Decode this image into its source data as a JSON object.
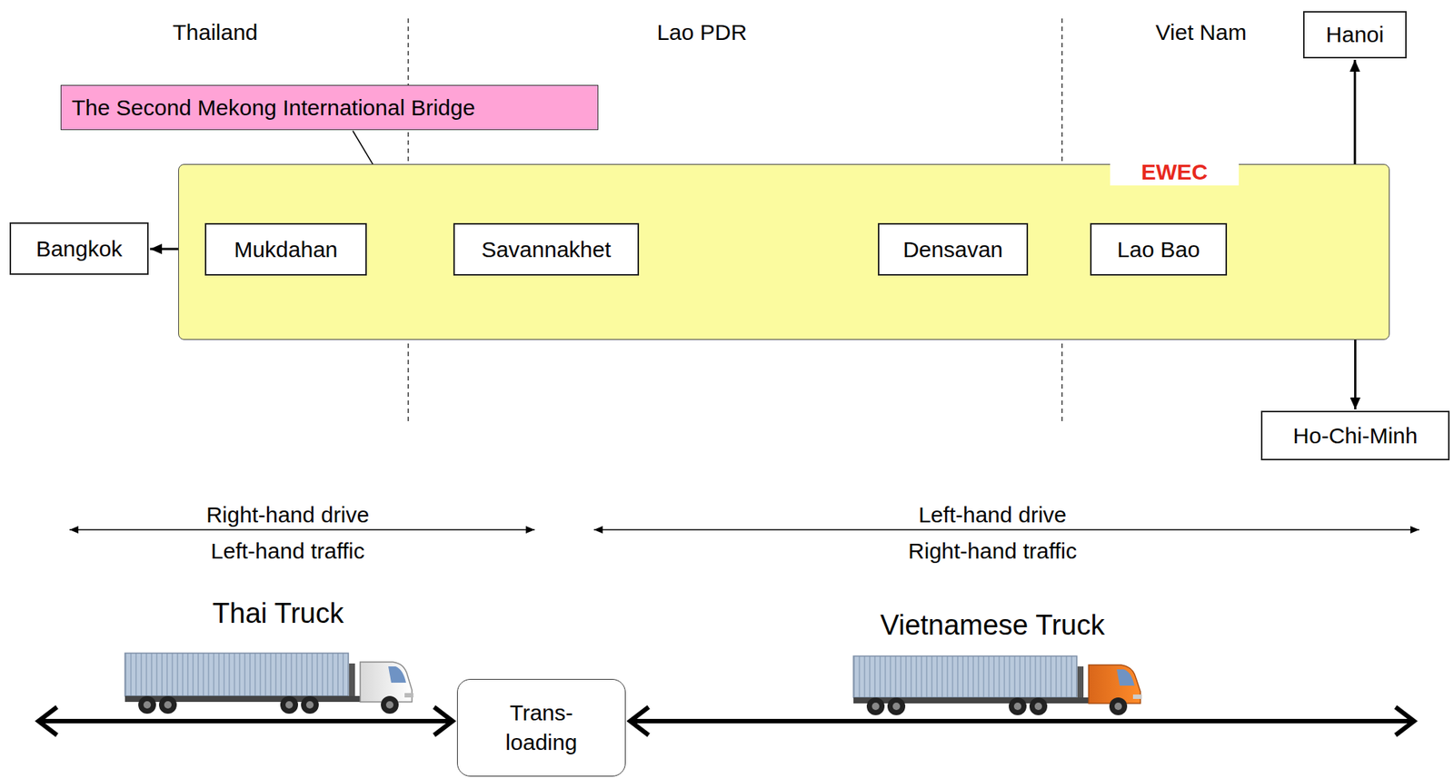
{
  "diagram": {
    "nodes": [
      {
        "text": [
          "Hanoi"
        ]
      },
      {
        "text": [
          "The Second Mekong International Bridge"
        ]
      },
      {
        "text": [
          "EWEC"
        ]
      },
      {
        "text": [
          "Bangkok"
        ]
      },
      {
        "text": [
          "Mukdahan"
        ],
        "in": 2
      },
      {
        "text": [
          "Savannakhet"
        ],
        "in": 2
      },
      {
        "text": [
          "Densavan"
        ],
        "in": 2
      },
      {
        "text": [
          "Lao Bao"
        ],
        "in": 2
      },
      {
        "text": [
          "Ho-Chi-Minh"
        ]
      },
      {
        "text": [
          "Trans- loading"
        ]
      }
    ],
    "edges": [
      {
        "from": 3,
        "to": 4,
        "arrow": "both"
      },
      {
        "from": 4,
        "to": 5,
        "arrow": "both"
      },
      {
        "from": 5,
        "to": 6,
        "arrow": "both"
      },
      {
        "from": 6,
        "to": 7,
        "arrow": "both"
      },
      {
        "from": 0,
        "to": 7,
        "arrow": "both"
      },
      {
        "from": 8,
        "to": 7,
        "arrow": "both"
      }
    ],
    "labels": [
      "Thailand",
      "Lao PDR",
      "Viet Nam",
      "Right-hand drive",
      "Left-hand traffic",
      "Left-hand drive",
      "Right-hand traffic",
      "Thai Truck",
      "Vietnamese Truck"
    ]
  }
}
